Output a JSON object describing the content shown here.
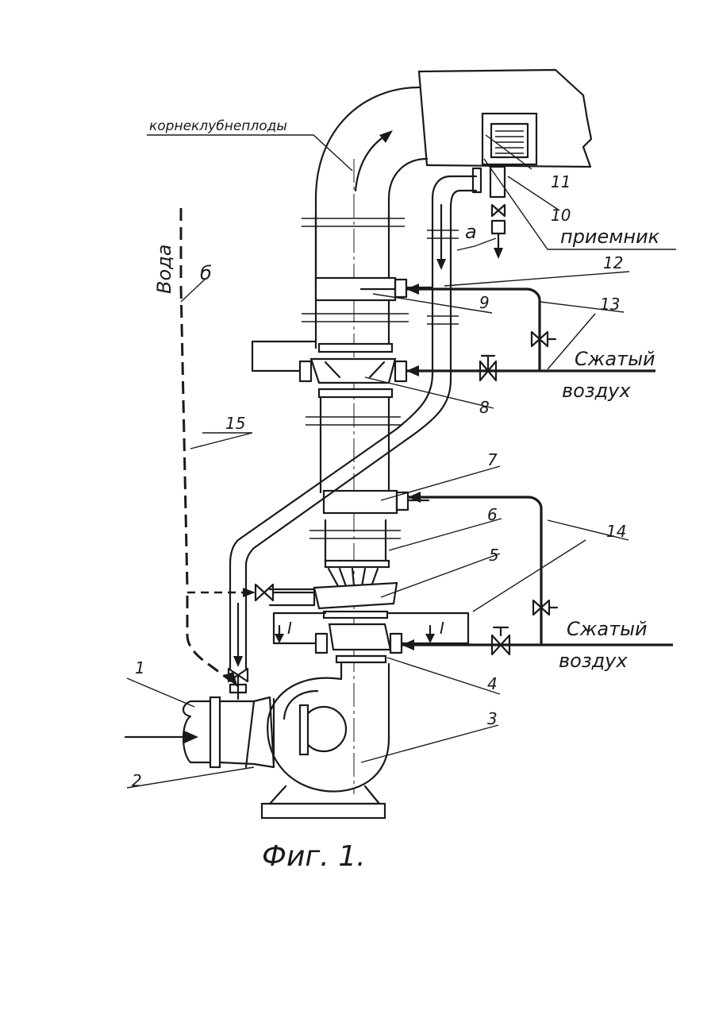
{
  "labels": {
    "root_crops": "корнеклубнеплоды",
    "water": "Вода",
    "receiver": "приемник",
    "compressed_air_top": [
      "Сжатый",
      "воздух"
    ],
    "compressed_air_bottom": [
      "Сжатый",
      "воздух"
    ],
    "letter_a": "а",
    "letter_b": "б",
    "section_I_left": "I",
    "section_I_right": "I"
  },
  "callouts": [
    "1",
    "2",
    "3",
    "4",
    "5",
    "6",
    "7",
    "8",
    "9",
    "10",
    "11",
    "12",
    "13",
    "14",
    "15"
  ],
  "caption": "Фиг. 1."
}
